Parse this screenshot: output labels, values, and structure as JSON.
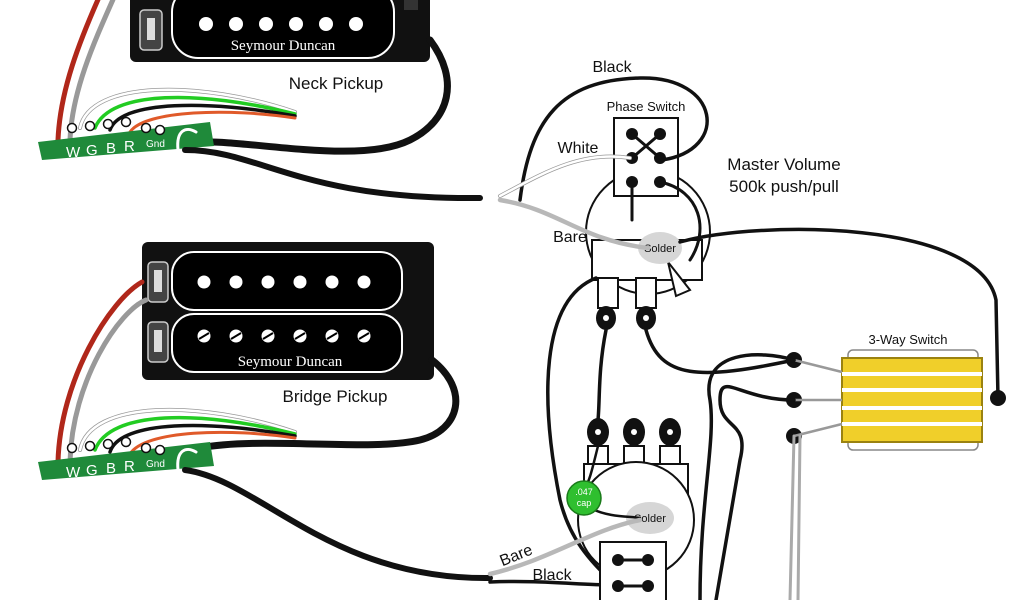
{
  "labels": {
    "neck_pickup": "Neck Pickup",
    "bridge_pickup": "Bridge Pickup",
    "brand": "Seymour Duncan",
    "phase_switch": "Phase Switch",
    "master_volume_line1": "Master Volume",
    "master_volume_line2": "500k push/pull",
    "three_way_switch": "3-Way Switch",
    "black_top": "Black",
    "white": "White",
    "bare_top": "Bare",
    "solder_top": "Solder",
    "solder_bottom": "Solder",
    "bare_bottom": "Bare",
    "black_bottom": "Black",
    "cap_line1": ".047",
    "cap_line2": "cap"
  },
  "terminal_labels": [
    "W",
    "G",
    "B",
    "R",
    "Gnd"
  ],
  "colors": {
    "wire_black": "#111111",
    "wire_bare": "#b8b8b8",
    "wire_red": "#b0271a",
    "wire_green": "#22cc22",
    "wire_white": "#ffffff",
    "board_green": "#1f8a3a",
    "switch_yellow": "#f0cf2a",
    "cap_green": "#2fbf2f",
    "solder_gray": "#d6d6d6"
  }
}
